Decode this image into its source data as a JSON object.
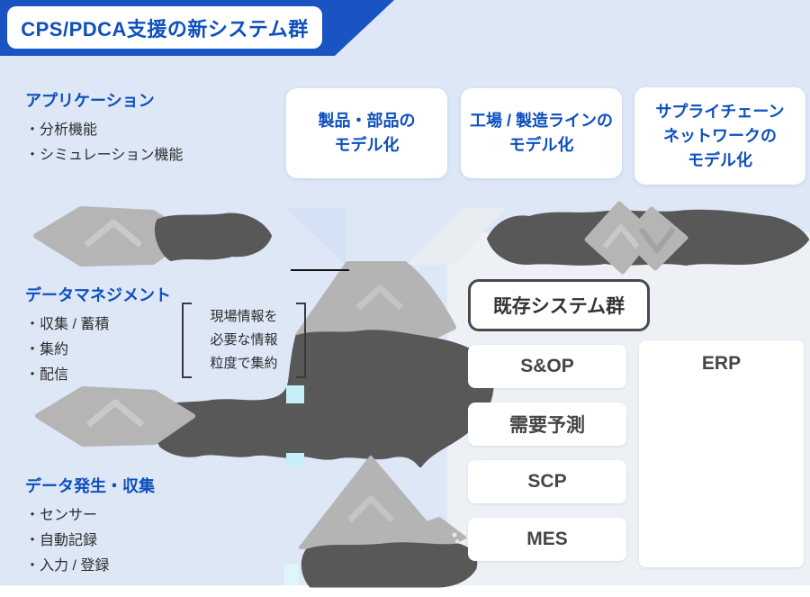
{
  "banner": {
    "title": "CPS/PDCA支援の新システム群"
  },
  "left_sections": {
    "application": {
      "heading": "アプリケーション",
      "items": [
        "・分析機能",
        "・シミュレーション機能"
      ]
    },
    "data_management": {
      "heading": "データマネジメント",
      "items": [
        "・収集 / 蓄積",
        "・集約",
        "・配信"
      ]
    },
    "data_collection": {
      "heading": "データ発生・収集",
      "items": [
        "・センサー",
        "・自動記録",
        "・入力 / 登録"
      ]
    }
  },
  "note": {
    "lines": [
      "現場情報を",
      "必要な情報",
      "粒度で集約"
    ]
  },
  "model_boxes": [
    {
      "lines": [
        "製品・部品の",
        "モデル化"
      ]
    },
    {
      "lines": [
        "工場 / 製造ラインの",
        "モデル化"
      ]
    },
    {
      "lines": [
        "サプライチェーン",
        "ネットワークの",
        "モデル化"
      ]
    }
  ],
  "existing_systems": {
    "title": "既存システム群",
    "systems": [
      "S&OP",
      "需要予測",
      "SCP",
      "MES"
    ],
    "erp": "ERP"
  },
  "colors": {
    "banner_blue": "#1a53c2",
    "text_blue": "#0d4fbe",
    "body_text": "#2d2d2d",
    "background_blue": "#dde7f6",
    "panel_gray": "#edf1f6",
    "redaction_dark": "#585858",
    "redaction_light": "#b5b5b5",
    "accent_cyan": "#c6eff8"
  }
}
